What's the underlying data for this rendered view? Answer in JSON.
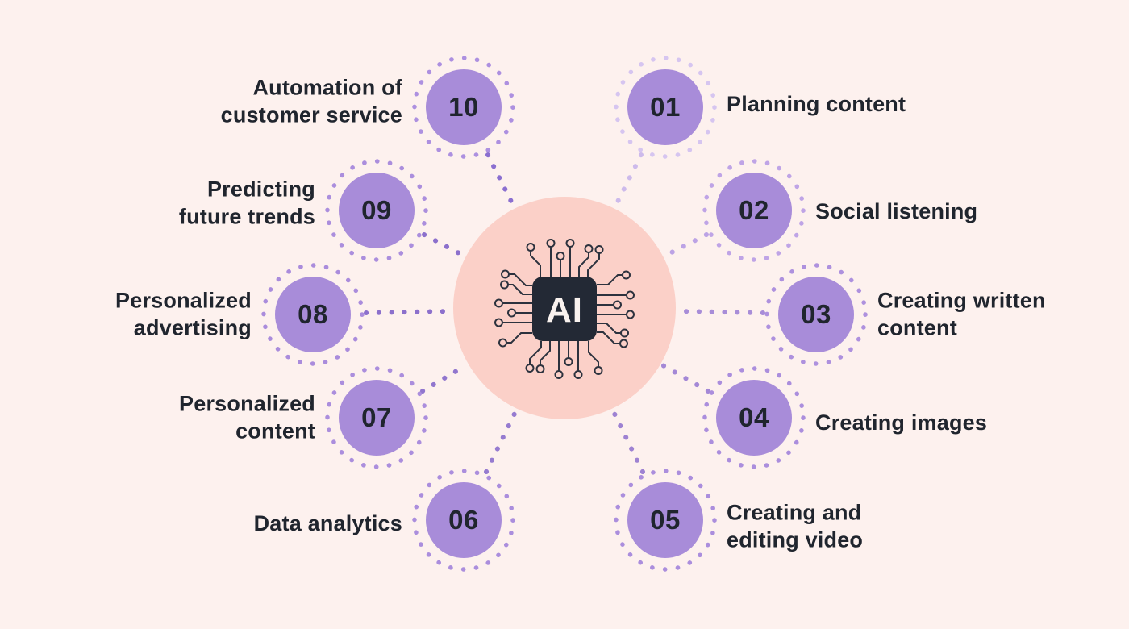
{
  "title": "Uses of AI diagram",
  "colors": {
    "background": "#fdf1ee",
    "center_circle": "#fbd0c8",
    "node_fill": "#a88cd9",
    "text": "#20252e",
    "chip_body": "#232935",
    "chip_text": "#f9f2ef"
  },
  "center": {
    "chip_label": "AI"
  },
  "nodes": [
    {
      "number": "01",
      "label": "Planning content",
      "side": "right",
      "ring": "#d6c5f0",
      "line": "#cdbaeb"
    },
    {
      "number": "02",
      "label": "Social listening",
      "side": "right",
      "ring": "#bfa4e6",
      "line": "#bca3e5"
    },
    {
      "number": "03",
      "label": "Creating written\ncontent",
      "side": "right",
      "ring": "#ae91de",
      "line": "#a88dd8"
    },
    {
      "number": "04",
      "label": "Creating images",
      "side": "right",
      "ring": "#ab8edd",
      "line": "#a488d6"
    },
    {
      "number": "05",
      "label": "Creating and\nediting video",
      "side": "right",
      "ring": "#ab8edd",
      "line": "#9e82d2"
    },
    {
      "number": "06",
      "label": "Data analytics",
      "side": "left",
      "ring": "#ab8edd",
      "line": "#967bd0"
    },
    {
      "number": "07",
      "label": "Personalized\ncontent",
      "side": "left",
      "ring": "#ab8edd",
      "line": "#9176ce"
    },
    {
      "number": "08",
      "label": "Personalized\nadvertising",
      "side": "left",
      "ring": "#aa8cdc",
      "line": "#8c70cc"
    },
    {
      "number": "09",
      "label": "Predicting\nfuture trends",
      "side": "left",
      "ring": "#ab8edd",
      "line": "#8c70cc"
    },
    {
      "number": "10",
      "label": "Automation of\ncustomer service",
      "side": "left",
      "ring": "#ad90e0",
      "line": "#8b6fd0"
    }
  ]
}
